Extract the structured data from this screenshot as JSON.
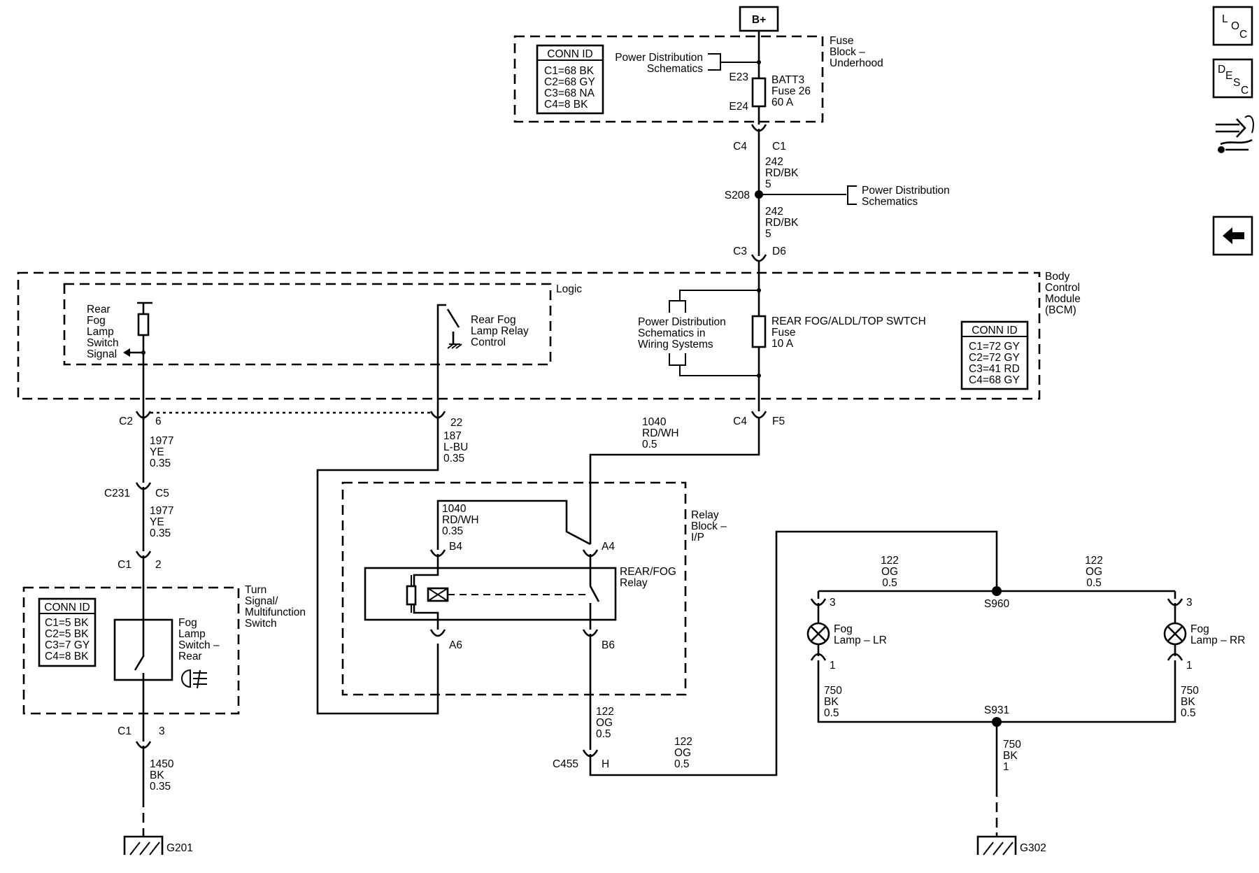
{
  "source": {
    "label": "B+"
  },
  "nav": {
    "loc": "LOC",
    "desc": "DESC",
    "loc_l": "L",
    "loc_o": "O",
    "loc_c": "C",
    "desc_d": "D",
    "desc_e": "E",
    "desc_s": "S",
    "desc_c": "C"
  },
  "fuse_block": {
    "title_lines": [
      "Fuse",
      "Block –",
      "Underhood"
    ],
    "conn_id": {
      "header": "CONN ID",
      "rows": [
        "C1=68 BK",
        "C2=68 GY",
        "C3=68 NA",
        "C4=8 BK"
      ]
    },
    "pds_lines": [
      "Power Distribution",
      "Schematics"
    ],
    "fuse_lines": [
      "BATT3",
      "Fuse 26",
      "60 A"
    ],
    "term_top": "E23",
    "term_bottom": "E24"
  },
  "connectors": {
    "c4_c1_left": "C4",
    "c4_c1_right": "C1",
    "c3_d6_left": "C3",
    "c3_d6_right": "D6",
    "c2_left": "C2",
    "c2_right": "6",
    "bcm_22": "22",
    "c4_f5_left": "C4",
    "c4_f5_right": "F5",
    "c231_left": "C231",
    "c231_right": "C5",
    "c1_2_left": "C1",
    "c1_2_right": "2",
    "c1_3_left": "C1",
    "c1_3_right": "3",
    "c455_left": "C455",
    "c455_right": "H",
    "b4": "B4",
    "a4": "A4",
    "a6": "A6",
    "b6": "B6",
    "lamp_lr_top": "3",
    "lamp_lr_bottom": "1",
    "lamp_rr_top": "3",
    "lamp_rr_bottom": "1"
  },
  "wires": {
    "w242a": [
      "242",
      "RD/BK",
      "5"
    ],
    "w242b": [
      "242",
      "RD/BK",
      "5"
    ],
    "w1977a": [
      "1977",
      "YE",
      "0.35"
    ],
    "w1977b": [
      "1977",
      "YE",
      "0.35"
    ],
    "w187": [
      "187",
      "L-BU",
      "0.35"
    ],
    "w1040a": [
      "1040",
      "RD/WH",
      "0.5"
    ],
    "w1040b": [
      "1040",
      "RD/WH",
      "0.35"
    ],
    "w1450": [
      "1450",
      "BK",
      "0.35"
    ],
    "w122a": [
      "122",
      "OG",
      "0.5"
    ],
    "w122b": [
      "122",
      "OG",
      "0.5"
    ],
    "w122c": [
      "122",
      "OG",
      "0.5"
    ],
    "w122d": [
      "122",
      "OG",
      "0.5"
    ],
    "w750a": [
      "750",
      "BK",
      "0.5"
    ],
    "w750b": [
      "750",
      "BK",
      "0.5"
    ],
    "w750c": [
      "750",
      "BK",
      "1"
    ]
  },
  "splices": {
    "s208": "S208",
    "s960": "S960",
    "s931": "S931"
  },
  "pds_right_lines": [
    "Power Distribution",
    "Schematics"
  ],
  "bcm": {
    "title_lines": [
      "Body",
      "Control",
      "Module",
      "(BCM)"
    ],
    "logic_label": "Logic",
    "switch_signal_lines": [
      "Rear",
      "Fog",
      "Lamp",
      "Switch",
      "Signal"
    ],
    "relay_control_lines": [
      "Rear Fog",
      "Lamp Relay",
      "Control"
    ],
    "pds_wiring_lines": [
      "Power Distribution",
      "Schematics in",
      "Wiring Systems"
    ],
    "fuse_lines": [
      "REAR FOG/ALDL/TOP SWTCH",
      "Fuse",
      "10 A"
    ],
    "conn_id": {
      "header": "CONN ID",
      "rows": [
        "C1=72 GY",
        "C2=72 GY",
        "C3=41 RD",
        "C4=68 GY"
      ]
    }
  },
  "relay_block": {
    "title_lines": [
      "Relay",
      "Block –",
      "I/P"
    ],
    "relay_lines": [
      "REAR/FOG",
      "Relay"
    ]
  },
  "turn_switch": {
    "title_lines": [
      "Turn",
      "Signal/",
      "Multifunction",
      "Switch"
    ],
    "conn_id": {
      "header": "CONN ID",
      "rows": [
        "C1=5 BK",
        "C2=5 BK",
        "C3=7 GY",
        "C4=8 BK"
      ]
    },
    "switch_lines": [
      "Fog",
      "Lamp",
      "Switch –",
      "Rear"
    ]
  },
  "lamps": {
    "lr_lines": [
      "Fog",
      "Lamp – LR"
    ],
    "rr_lines": [
      "Fog",
      "Lamp – RR"
    ]
  },
  "grounds": {
    "g201": "G201",
    "g302": "G302"
  }
}
